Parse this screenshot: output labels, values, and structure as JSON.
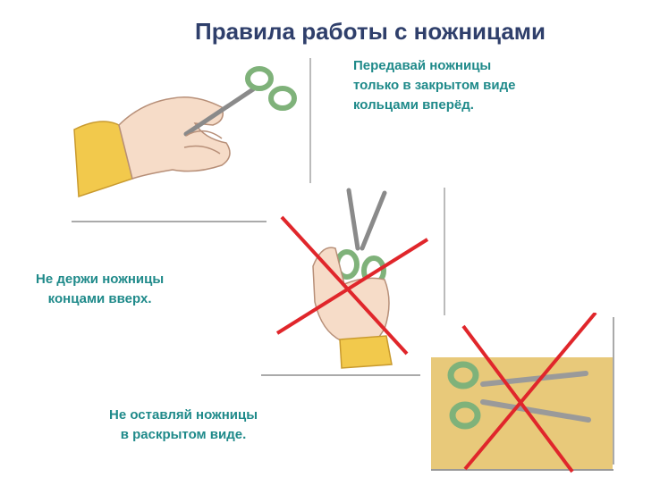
{
  "title": "Правила работы с ножницами",
  "rules": [
    {
      "lines": [
        "Передавай ножницы",
        "только в закрытом виде",
        "кольцами вперёд."
      ],
      "forbidden": false
    },
    {
      "lines": [
        "Не держи ножницы",
        "концами вверх."
      ],
      "forbidden": true
    },
    {
      "lines": [
        "Не оставляй ножницы",
        "в раскрытом виде."
      ],
      "forbidden": true
    }
  ],
  "colors": {
    "title": "#2f3f6b",
    "caption": "#1f8a8a",
    "cross": "#e0262b",
    "scissor_handle": "#7fb27a",
    "skin": "#f6dcc8",
    "sleeve": "#f2c94c",
    "table": "#e8c97a"
  },
  "icons": [
    "hand-passing-closed-scissors",
    "hand-holding-scissors-upward",
    "open-scissors-on-table",
    "red-x-mark"
  ]
}
